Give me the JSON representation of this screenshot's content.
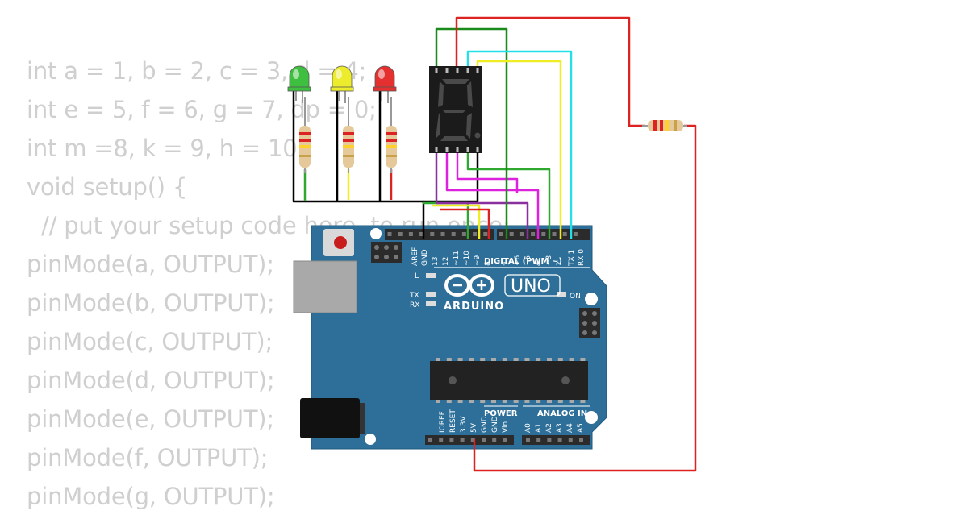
{
  "code_lines": [
    "int a = 1, b = 2, c = 3, d = 4;",
    "int e = 5, f = 6, g = 7, dp = 0;",
    "int m =8, k = 9, h = 10;",
    "void setup() {",
    "  // put your setup code here, to run once:",
    "pinMode(a, OUTPUT);",
    "pinMode(b, OUTPUT);",
    "pinMode(c, OUTPUT);",
    "pinMode(d, OUTPUT);",
    "pinMode(e, OUTPUT);",
    "pinMode(f, OUTPUT);",
    "pinMode(g, OUTPUT);"
  ],
  "board": {
    "model": "UNO",
    "brand": "ARDUINO",
    "digital_header": "DIGITAL (PWM ~)",
    "power_header": "POWER",
    "analog_header": "ANALOG IN",
    "led_l": "L",
    "led_tx": "TX",
    "led_rx": "RX",
    "led_on": "ON",
    "top_pins": [
      "AREF",
      "GND",
      "13",
      "12",
      "~11",
      "~10",
      "~9",
      "8",
      "7",
      "~6",
      "~5",
      "4",
      "~3",
      "2",
      "TX 1",
      "RX 0"
    ],
    "power_pins": [
      "IOREF",
      "RESET",
      "3.3V",
      "5V",
      "GND",
      "GND",
      "Vin"
    ],
    "analog_pins": [
      "A0",
      "A1",
      "A2",
      "A3",
      "A4",
      "A5"
    ]
  },
  "components": {
    "leds": [
      {
        "name": "green-led",
        "color": "#3fbf3f"
      },
      {
        "name": "yellow-led",
        "color": "#ecec2c"
      },
      {
        "name": "red-led",
        "color": "#e53030"
      }
    ],
    "wire_colors": {
      "ground": "#000000",
      "green": "#2ea82e",
      "yellow": "#eeee22",
      "red": "#dd2222",
      "cyan": "#22e0e8",
      "magenta": "#dd22dd",
      "purple": "#8a2fa0",
      "dark_green": "#1a8a1a"
    },
    "board_color": "#2d6f98"
  }
}
